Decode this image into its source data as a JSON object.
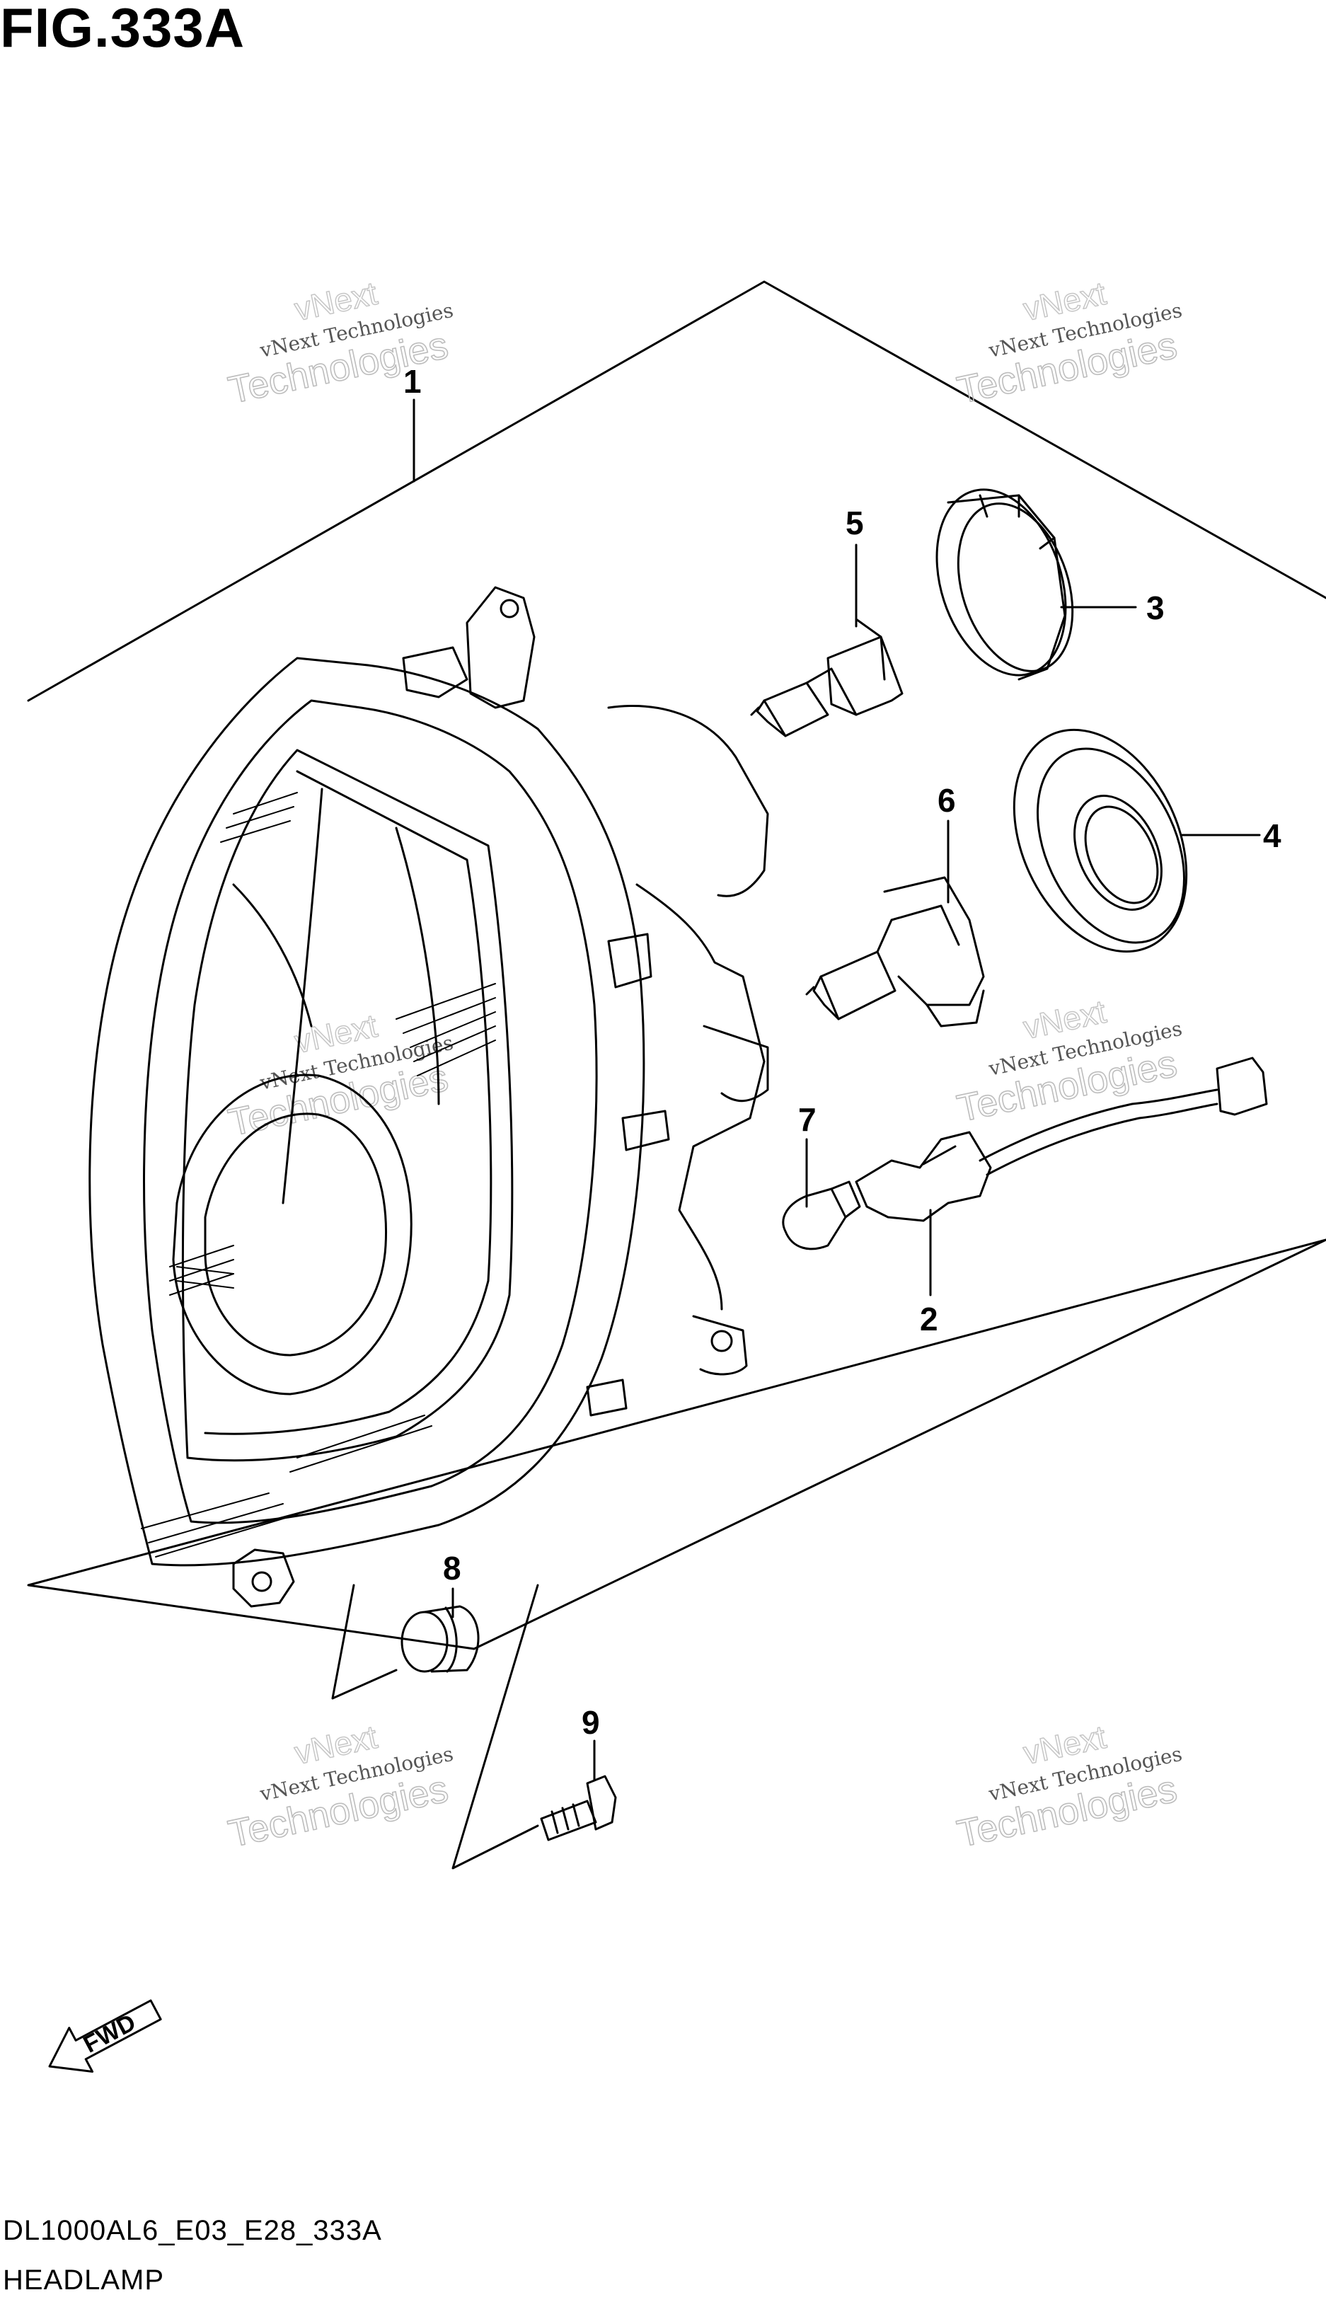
{
  "figure": {
    "title": "FIG.333A",
    "code": "DL1000AL6_E03_E28_333A",
    "name": "HEADLAMP"
  },
  "callouts": [
    "1",
    "2",
    "3",
    "4",
    "5",
    "6",
    "7",
    "8",
    "9"
  ],
  "fwd_label": "FWD",
  "watermark": {
    "small": "vNext Technologies",
    "big": "Technologies",
    "top": "vNext"
  }
}
